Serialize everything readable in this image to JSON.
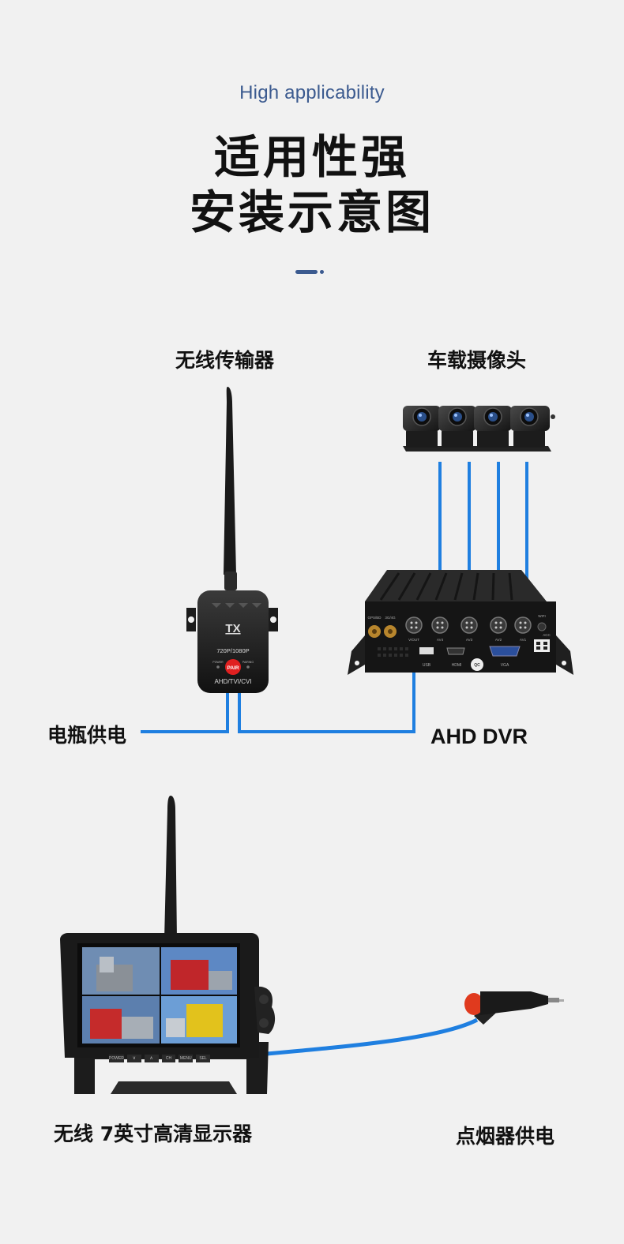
{
  "header": {
    "subtitle": "High applicability",
    "title_line1": "适用性强",
    "title_line2": "安装示意图"
  },
  "labels": {
    "transmitter": "无线传输器",
    "cameras": "车载摄像头",
    "battery_power": "电瓶供电",
    "dvr": "AHD DVR",
    "monitor": "无线 7英寸高清显示器",
    "cigarette_power": "点烟器供电"
  },
  "transmitter_device": {
    "badge": "TX",
    "resolution": "720P/1080P",
    "pair_button": "PAIR",
    "power_led": "POWER",
    "pairing_led": "PAIRING",
    "formats": "AHD/TVI/CVI"
  },
  "dvr_ports": {
    "antenna_1": "GPS/BD",
    "antenna_2": "3G/4G",
    "video_out": "V/OUT",
    "av4": "AV4",
    "av3": "AV3",
    "av2": "AV2",
    "av1": "AV1",
    "wifi": "WIFI",
    "acc": "ACC",
    "usb": "USB",
    "hdmi": "HDMI",
    "vga": "VGA",
    "qc": "QC"
  },
  "monitor_buttons": [
    "POWER",
    "∨",
    "∧",
    "CH",
    "MENU",
    "SEL"
  ],
  "colors": {
    "accent": "#3b5a8f",
    "cable": "#1f7fe0",
    "background": "#f1f1f1",
    "device": "#1c1c1c"
  }
}
